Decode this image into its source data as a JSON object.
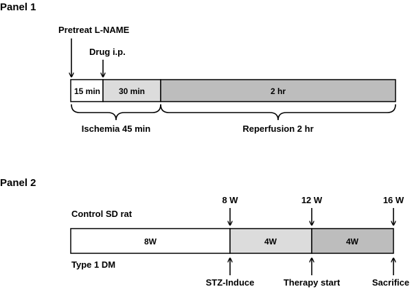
{
  "panel1": {
    "heading": "Panel 1",
    "pretreat": {
      "prefix": "Pretreat ",
      "drug": "L",
      "suffix": "-NAME"
    },
    "drug_label": "Drug i.p.",
    "segments": [
      {
        "label": "15 min",
        "fill": "#ffffff"
      },
      {
        "label": "30 min",
        "fill": "#dcdcdc"
      },
      {
        "label": "2 hr",
        "fill": "#bdbdbd"
      }
    ],
    "brace_labels": {
      "ischemia": "Ischemia 45 min",
      "reperfusion": "Reperfusion 2 hr"
    }
  },
  "panel2": {
    "heading": "Panel 2",
    "control_label": "Control SD rat",
    "dm_label": "Type 1 DM",
    "time_labels": [
      "8 W",
      "12 W",
      "16 W"
    ],
    "segments": [
      {
        "label": "8W",
        "fill": "#ffffff"
      },
      {
        "label": "4W",
        "fill": "#dcdcdc"
      },
      {
        "label": "4W",
        "fill": "#bdbdbd"
      }
    ],
    "bottom_labels": [
      "STZ-Induce",
      "Therapy start",
      "Sacrifice"
    ]
  },
  "colors": {
    "outline": "#000000",
    "text": "#000000",
    "background": "#ffffff"
  }
}
